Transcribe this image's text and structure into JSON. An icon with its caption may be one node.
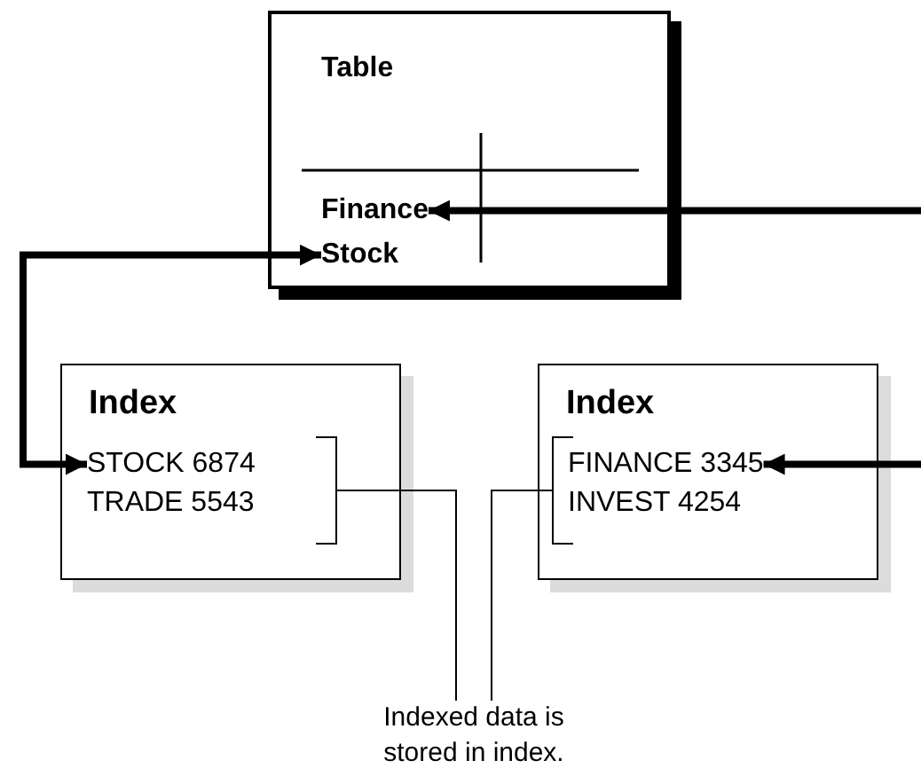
{
  "diagram": {
    "nodes": [
      {
        "text": [
          "Table"
        ]
      },
      {
        "text": [
          "Finance"
        ],
        "in": 0
      },
      {
        "text": [
          "Stock"
        ],
        "in": 0
      },
      {
        "text": [
          "Index"
        ]
      },
      {
        "text": [
          "STOCK 6874"
        ],
        "in": 3
      },
      {
        "text": [
          "TRADE 5543"
        ],
        "in": 3
      },
      {
        "text": [],
        "shape": "bracket",
        "in": 3
      },
      {
        "text": [
          "Index"
        ]
      },
      {
        "text": [
          "FINANCE 3345"
        ],
        "in": 7
      },
      {
        "text": [
          "INVEST 4254"
        ],
        "in": 7
      },
      {
        "text": [],
        "shape": "bracket",
        "in": 7
      },
      {
        "text": [
          "Indexed data is stored in index."
        ]
      }
    ],
    "edges": [
      {
        "from": null,
        "to": 1,
        "arrow": "to"
      },
      {
        "from": 2,
        "to": 4,
        "arrow": "both"
      },
      {
        "from": null,
        "to": 8,
        "arrow": "to"
      },
      {
        "from": 11,
        "to": 6,
        "arrow": "none"
      },
      {
        "from": 11,
        "to": 10,
        "arrow": "none"
      }
    ]
  }
}
